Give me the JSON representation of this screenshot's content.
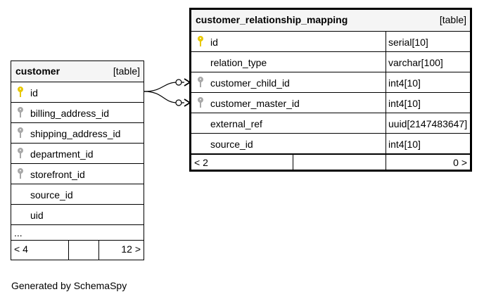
{
  "main_table": {
    "name": "customer_relationship_mapping",
    "type": "[table]",
    "columns": [
      {
        "name": "id",
        "type": "serial[10]",
        "key": "primary"
      },
      {
        "name": "relation_type",
        "type": "varchar[100]",
        "key": "none"
      },
      {
        "name": "customer_child_id",
        "type": "int4[10]",
        "key": "foreign"
      },
      {
        "name": "customer_master_id",
        "type": "int4[10]",
        "key": "foreign"
      },
      {
        "name": "external_ref",
        "type": "uuid[2147483647]",
        "key": "none"
      },
      {
        "name": "source_id",
        "type": "int4[10]",
        "key": "none"
      }
    ],
    "footer_left": "< 2",
    "footer_right": "0 >"
  },
  "related_table": {
    "name": "customer",
    "type": "[table]",
    "columns": [
      {
        "name": "id",
        "key": "primary"
      },
      {
        "name": "billing_address_id",
        "key": "foreign"
      },
      {
        "name": "shipping_address_id",
        "key": "foreign"
      },
      {
        "name": "department_id",
        "key": "foreign"
      },
      {
        "name": "storefront_id",
        "key": "foreign"
      },
      {
        "name": "source_id",
        "key": "none"
      },
      {
        "name": "uid",
        "key": "none"
      }
    ],
    "ellipsis": "...",
    "footer_left": "< 4",
    "footer_right": "12 >"
  },
  "colors": {
    "primary_key": "#e8c800",
    "foreign_key": "#a8a8a8",
    "header_bg": "#f5f5f5"
  },
  "generated_by": "Generated by SchemaSpy"
}
